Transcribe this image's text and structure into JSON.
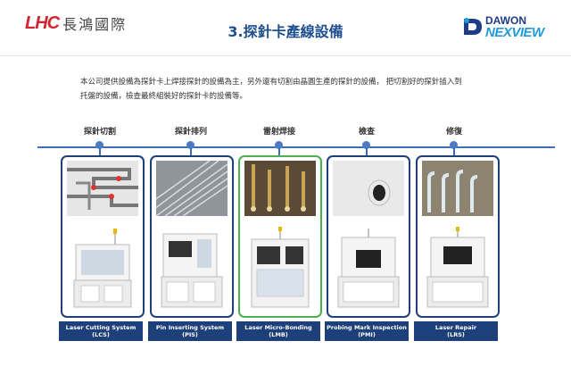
{
  "header": {
    "lhc_mark": "LHC",
    "lhc_chinese": "長鴻國際",
    "title": "3.探針卡產線設備",
    "dawon_top": "DAWON",
    "dawon_bottom": "NEXVIEW"
  },
  "intro": {
    "line1": "本公司提供設備為探針卡上焊接探針的設備為主，另外還有切割由晶圓生產的探針的設備，  把切割好的探針插入到",
    "line2": "托盤的設備，檢查最終組裝好的探針卡的設備等。"
  },
  "stages": [
    {
      "label": "探針切割",
      "caption_line1": "Laser Cutting System",
      "caption_line2": "(LCS)"
    },
    {
      "label": "探針排列",
      "caption_line1": "Pin Inserting System",
      "caption_line2": "(PIS)"
    },
    {
      "label": "雷射焊接",
      "caption_line1": "Laser Micro-Bonding",
      "caption_line2": "(LMB)"
    },
    {
      "label": "檢查",
      "caption_line1": "Probing Mark Inspection",
      "caption_line2": "(PMI)"
    },
    {
      "label": "修復",
      "caption_line1": "Laser Repair",
      "caption_line2": "(LRS)"
    }
  ],
  "colors": {
    "accent_blue": "#1d3f7a",
    "timeline_blue": "#3d6db5",
    "highlight_green": "#4caf50",
    "lhc_red": "#d0242f"
  }
}
